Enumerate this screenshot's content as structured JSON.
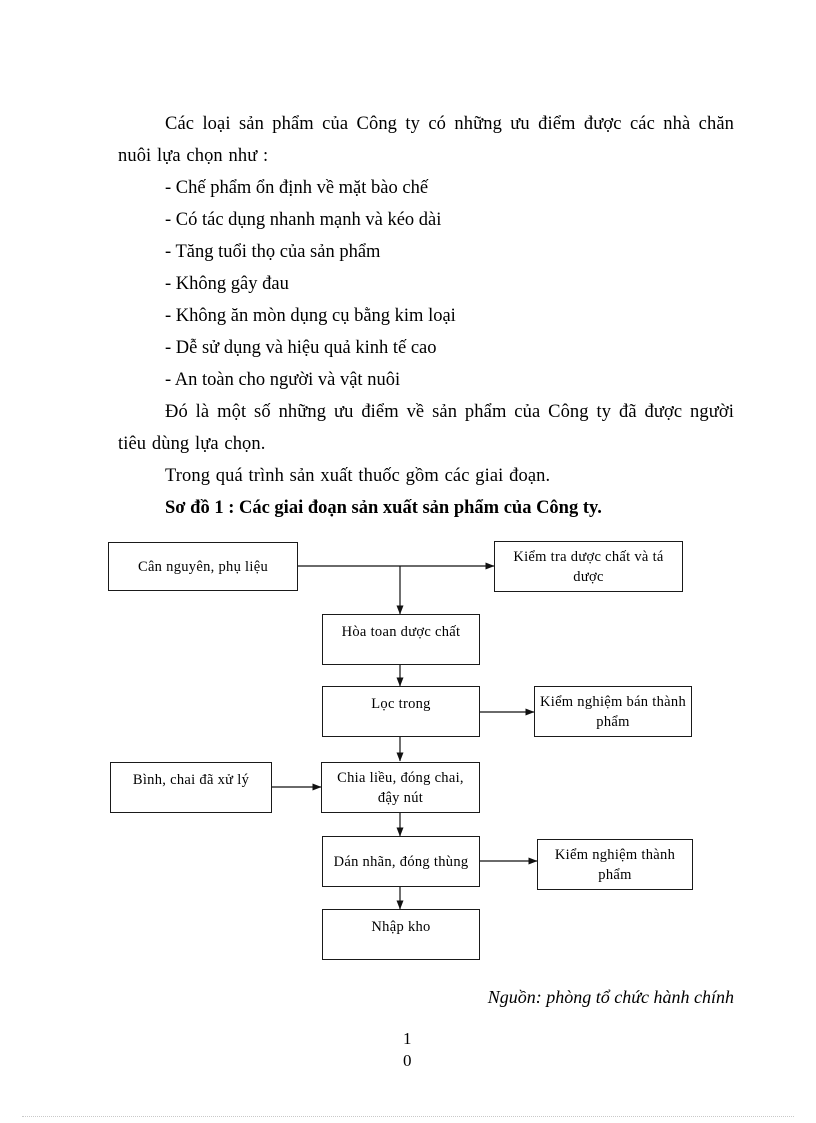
{
  "document": {
    "paragraphs": [
      "Các loại sản phẩm của Công ty có những ưu điểm được các nhà chăn nuôi lựa chọn như :"
    ],
    "bullets": [
      "- Chế phẩm ổn định về mặt bào chế",
      "- Có tác dụng nhanh mạnh và kéo dài",
      "- Tăng tuổi thọ của sản phẩm",
      "- Không gây đau",
      "- Không ăn mòn dụng cụ bằng kim loại",
      "- Dễ sử dụng và hiệu quả kinh tế cao",
      "- An toàn cho người và vật nuôi"
    ],
    "paragraph_after_bullets": "Đó là một số những ưu điểm về sản phẩm của Công ty đã được người tiêu dùng lựa chọn.",
    "paragraph_intro_diagram": "Trong quá trình sản xuất thuốc gồm các giai đoạn.",
    "diagram_heading": "Sơ đồ 1 : Các giai đoạn sản xuất sản phẩm của Công ty.",
    "source_note": "Nguồn: phòng tổ chức hành chính",
    "page_number_line1": "1",
    "page_number_line2": "0"
  },
  "flowchart": {
    "title": "Sơ đồ 1 : Các giai đoạn sản xuất sản phẩm của Công ty.",
    "nodes": [
      {
        "id": "can-nguyen",
        "label": "Cân nguyên,  phụ liệu"
      },
      {
        "id": "kiem-tra-duoc-chat",
        "label": "Kiểm tra dược chất và tá dược"
      },
      {
        "id": "hoa-toan-duoc-chat",
        "label": "Hòa toan dược chất"
      },
      {
        "id": "loc-trong",
        "label": "Lọc trong"
      },
      {
        "id": "kiem-nghiem-ban-thanh-pham",
        "label": "Kiểm nghiệm  bán thành  phẩm"
      },
      {
        "id": "binh-chai",
        "label": "Bình,  chai  đã xử lý"
      },
      {
        "id": "chia-lieu",
        "label": "Chia liều,  đóng chai,  đậy nút"
      },
      {
        "id": "dan-nhan",
        "label": "Dán nhãn,  đóng thùng"
      },
      {
        "id": "kiem-nghiem-thanh-pham",
        "label": "Kiểm nghiệm thành  phẩm"
      },
      {
        "id": "nhap-kho",
        "label": "Nhập kho"
      }
    ],
    "edges": [
      {
        "from": "can-nguyen",
        "to": "kiem-tra-duoc-chat"
      },
      {
        "from": "can-nguyen",
        "to": "hoa-toan-duoc-chat"
      },
      {
        "from": "hoa-toan-duoc-chat",
        "to": "loc-trong"
      },
      {
        "from": "loc-trong",
        "to": "kiem-nghiem-ban-thanh-pham"
      },
      {
        "from": "loc-trong",
        "to": "chia-lieu"
      },
      {
        "from": "binh-chai",
        "to": "chia-lieu"
      },
      {
        "from": "chia-lieu",
        "to": "dan-nhan"
      },
      {
        "from": "dan-nhan",
        "to": "kiem-nghiem-thanh-pham"
      },
      {
        "from": "dan-nhan",
        "to": "nhap-kho"
      }
    ]
  },
  "colors": {
    "page_background": "#ffffff",
    "text": "#000000",
    "box_border": "#1a1a1a",
    "rule": "#c9c9c9"
  }
}
